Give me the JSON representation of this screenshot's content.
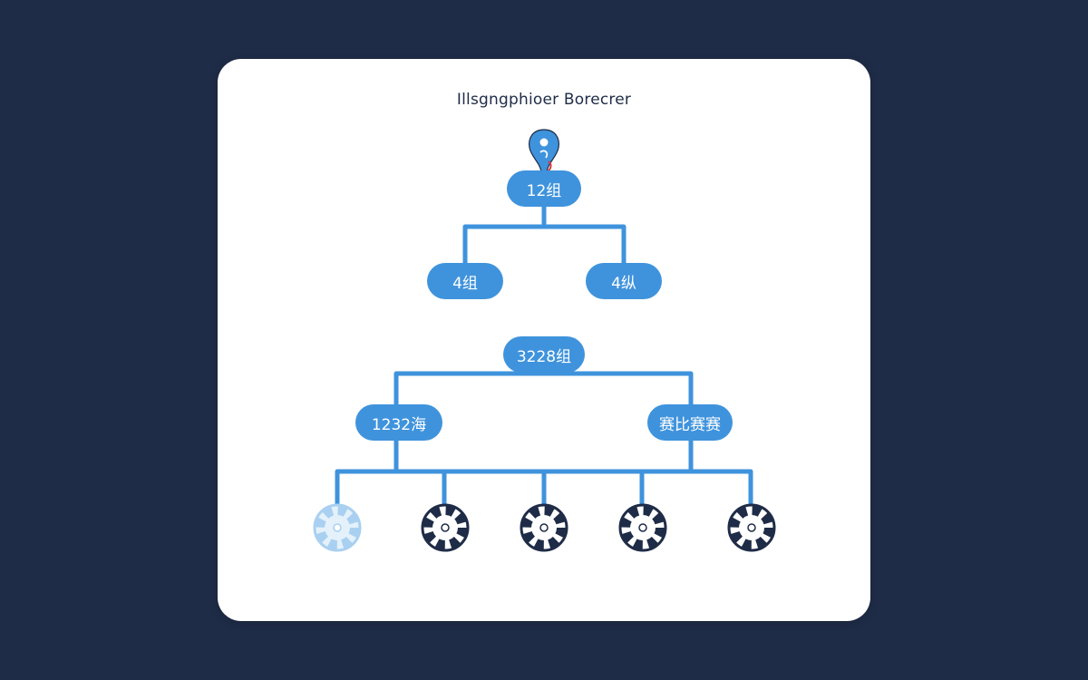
{
  "diagram": {
    "title": "Illsgngphioer Borecrer",
    "root_label": "12组",
    "level1": [
      "4组",
      "4纵"
    ],
    "mid_label": "3228组",
    "level2": [
      "1232海",
      "赛比赛赛"
    ],
    "balls": [
      "light",
      "dark",
      "dark",
      "dark",
      "dark"
    ],
    "colors": {
      "background": "#1f2c47",
      "card": "#ffffff",
      "node": "#3f93dc",
      "connector": "#3f93dc",
      "ball_dark": "#1f2c47",
      "ball_light": "#a9d0f0"
    },
    "icons": [
      "trophy-icon",
      "soccer-ball-icon"
    ]
  }
}
